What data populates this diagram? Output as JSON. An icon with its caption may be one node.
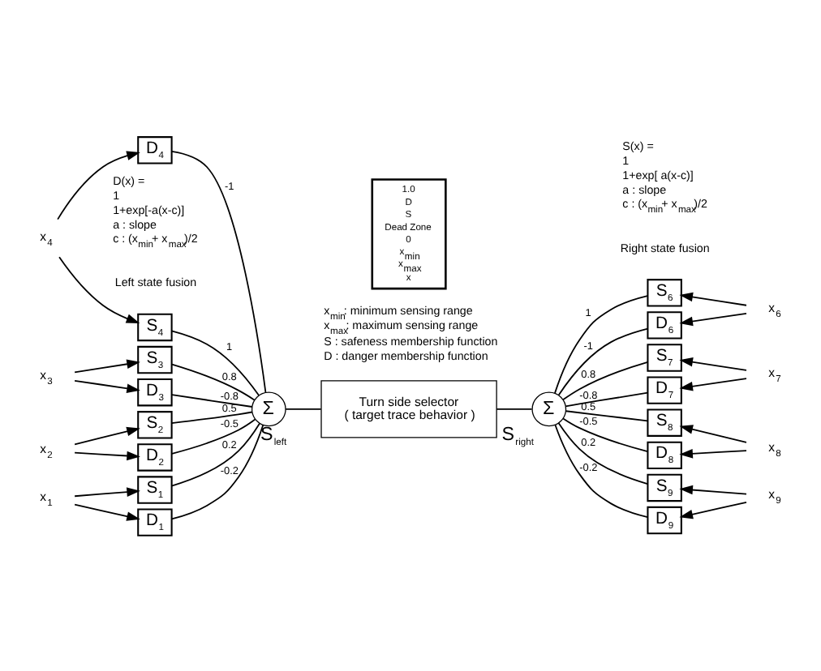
{
  "diagram": {
    "nodes": [
      {
        "text": [
          "1.0",
          "D",
          "S",
          "Dead Zone",
          "0",
          "x$_{min}$",
          "x$_{max}$",
          "x"
        ]
      },
      {
        "text": [
          "x$_{4}$"
        ]
      },
      {
        "text": [
          "S$_{4}$"
        ]
      },
      {
        "text": [
          "D$_{4}$"
        ]
      },
      {
        "text": [
          "x$_{3}$"
        ]
      },
      {
        "text": [
          "S$_{3}$"
        ]
      },
      {
        "text": [
          "D$_{3}$"
        ]
      },
      {
        "text": [
          "x$_{2}$"
        ]
      },
      {
        "text": [
          "S$_{2}$"
        ]
      },
      {
        "text": [
          "D$_{2}$"
        ]
      },
      {
        "text": [
          "x$_{1}$"
        ]
      },
      {
        "text": [
          "S$_{1}$"
        ]
      },
      {
        "text": [
          "D$_{1}$"
        ]
      },
      {
        "text": [
          "Σ"
        ],
        "beside": [
          "S$_{left}$"
        ]
      },
      {
        "text": [
          "S$_{6}$"
        ]
      },
      {
        "text": [
          "D$_{6}$"
        ]
      },
      {
        "text": [
          "x$_{6}$"
        ]
      },
      {
        "text": [
          "S$_{7}$"
        ]
      },
      {
        "text": [
          "D$_{7}$"
        ]
      },
      {
        "text": [
          "x$_{7}$"
        ]
      },
      {
        "text": [
          "S$_{8}$"
        ]
      },
      {
        "text": [
          "D$_{8}$"
        ]
      },
      {
        "text": [
          "x$_{8}$"
        ]
      },
      {
        "text": [
          "S$_{9}$"
        ]
      },
      {
        "text": [
          "D$_{9}$"
        ]
      },
      {
        "text": [
          "x$_{9}$"
        ]
      },
      {
        "text": [
          "Σ"
        ],
        "beside": [
          "S$_{right}$"
        ]
      },
      {
        "text": [
          "Turn side selector",
          "( target trace behavior )"
        ]
      }
    ],
    "edges": [
      {
        "from": 1,
        "to": 2,
        "arrow": "to"
      },
      {
        "from": 1,
        "to": 3,
        "arrow": "to"
      },
      {
        "from": 4,
        "to": 5,
        "arrow": "to"
      },
      {
        "from": 4,
        "to": 6,
        "arrow": "to"
      },
      {
        "from": 7,
        "to": 8,
        "arrow": "to"
      },
      {
        "from": 7,
        "to": 9,
        "arrow": "to"
      },
      {
        "from": 10,
        "to": 11,
        "arrow": "to"
      },
      {
        "from": 10,
        "to": 12,
        "arrow": "to"
      },
      {
        "from": 2,
        "to": 13,
        "arrow": "none",
        "label": "1"
      },
      {
        "from": 3,
        "to": 13,
        "arrow": "none",
        "label": "-1"
      },
      {
        "from": 5,
        "to": 13,
        "arrow": "none",
        "label": "0.8"
      },
      {
        "from": 6,
        "to": 13,
        "arrow": "none",
        "label": "-0.8"
      },
      {
        "from": 8,
        "to": 13,
        "arrow": "none",
        "label": "0.5"
      },
      {
        "from": 9,
        "to": 13,
        "arrow": "none",
        "label": "-0.5"
      },
      {
        "from": 11,
        "to": 13,
        "arrow": "none",
        "label": "0.2"
      },
      {
        "from": 12,
        "to": 13,
        "arrow": "none",
        "label": "-0.2"
      },
      {
        "from": 16,
        "to": 14,
        "arrow": "to"
      },
      {
        "from": 16,
        "to": 15,
        "arrow": "to"
      },
      {
        "from": 19,
        "to": 17,
        "arrow": "to"
      },
      {
        "from": 19,
        "to": 18,
        "arrow": "to"
      },
      {
        "from": 22,
        "to": 20,
        "arrow": "to"
      },
      {
        "from": 22,
        "to": 21,
        "arrow": "to"
      },
      {
        "from": 25,
        "to": 23,
        "arrow": "to"
      },
      {
        "from": 25,
        "to": 24,
        "arrow": "to"
      },
      {
        "from": 14,
        "to": 26,
        "arrow": "none",
        "label": "1"
      },
      {
        "from": 15,
        "to": 26,
        "arrow": "none",
        "label": "-1"
      },
      {
        "from": 17,
        "to": 26,
        "arrow": "none",
        "label": "0.8"
      },
      {
        "from": 18,
        "to": 26,
        "arrow": "none",
        "label": "-0.8"
      },
      {
        "from": 20,
        "to": 26,
        "arrow": "none",
        "label": "0.5"
      },
      {
        "from": 21,
        "to": 26,
        "arrow": "none",
        "label": "-0.5"
      },
      {
        "from": 23,
        "to": 26,
        "arrow": "none",
        "label": "0.2"
      },
      {
        "from": 24,
        "to": 26,
        "arrow": "none",
        "label": "-0.2"
      },
      {
        "from": 13,
        "to": 27,
        "arrow": "none"
      },
      {
        "from": 26,
        "to": 27,
        "arrow": "none"
      }
    ],
    "labels": [
      "D(x) =",
      "1",
      "1+exp[-a(x-c)]",
      "a : slope",
      "c : (x$_{min}$+ x$_{max}$)/2",
      "S(x) =",
      "1",
      "1+exp[ a(x-c)]",
      "a : slope",
      "c : (x$_{min}$+ x$_{max}$)/2",
      "Left state fusion",
      "Right state fusion",
      "x$_{min}$: minimum sensing range",
      "x$_{max}$: maximum sensing range",
      "S : safeness membership function",
      "D : danger membership function"
    ]
  }
}
